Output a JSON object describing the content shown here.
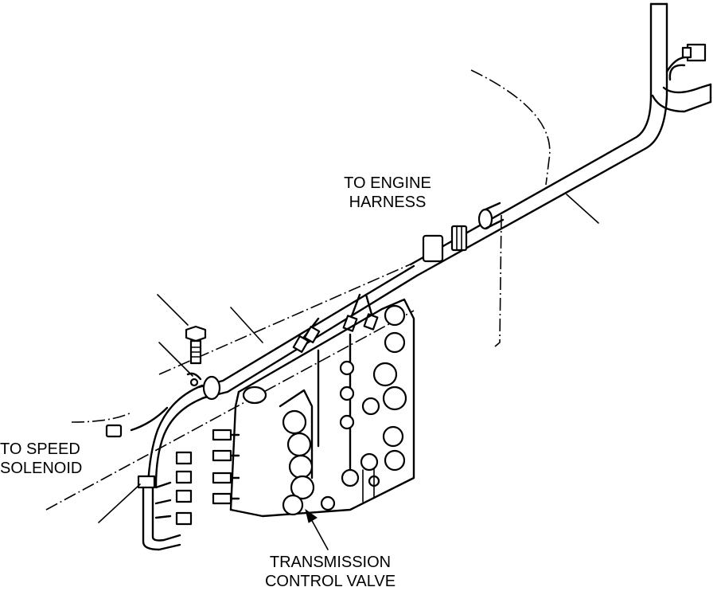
{
  "labels": {
    "to_engine_harness": [
      "TO ENGINE",
      "HARNESS"
    ],
    "to_speed_solenoid": [
      "TO SPEED",
      "SOLENOID"
    ],
    "transmission_control_valve": [
      "TRANSMISSION",
      "CONTROL VALVE"
    ]
  },
  "colors": {
    "ink": "#000000",
    "paper": "#ffffff"
  }
}
